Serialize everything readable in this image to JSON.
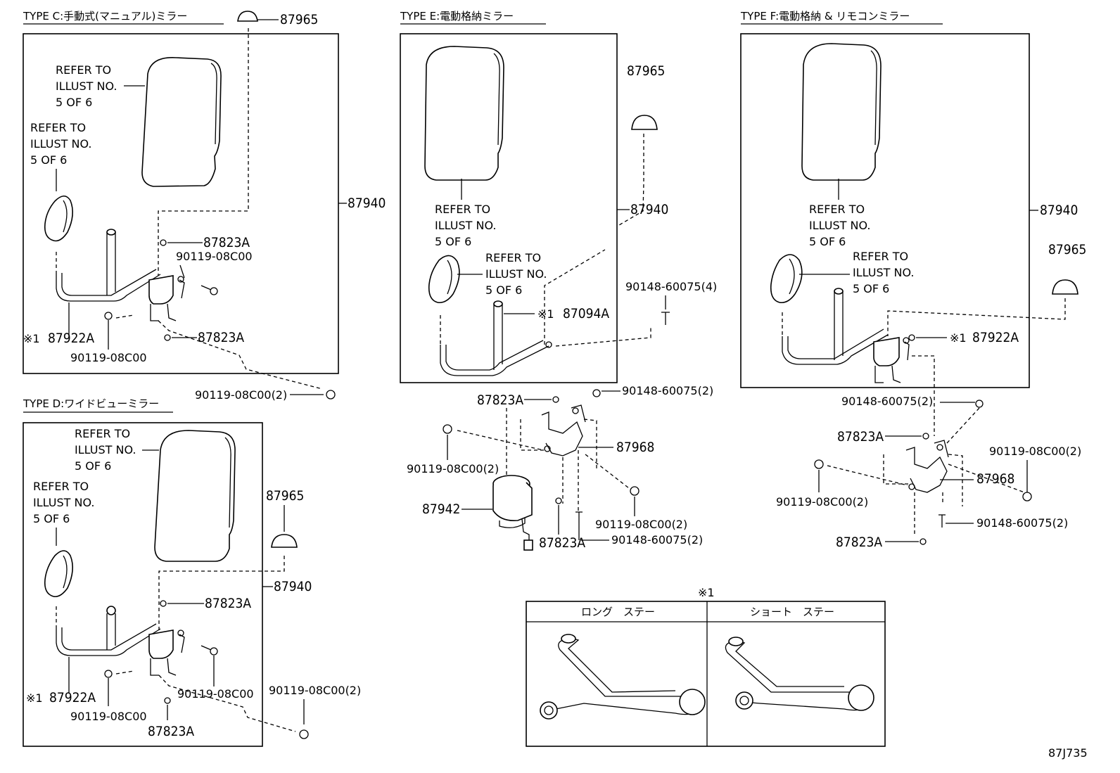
{
  "panels": {
    "type_c": {
      "title": "TYPE C:手動式(マニュアル)ミラー"
    },
    "type_d": {
      "title": "TYPE D:ワイドビューミラー"
    },
    "type_e": {
      "title": "TYPE E:電動格納ミラー"
    },
    "type_f": {
      "title": "TYPE F:電動格納 & リモコンミラー"
    }
  },
  "refer": {
    "l1": "REFER TO",
    "l2": "ILLUST NO.",
    "l3": "5 OF 6"
  },
  "parts": {
    "p87965": "87965",
    "p87940": "87940",
    "p87823A": "87823A",
    "p90119": "90119-08C00",
    "p90119x2": "90119-08C00(2)",
    "p87922A": "87922A",
    "p87094A": "87094A",
    "p90148x4": "90148-60075(4)",
    "p90148x2": "90148-60075(2)",
    "p87968": "87968",
    "p87942": "87942"
  },
  "note_mark": "※1",
  "stay_table": {
    "mark": "※1",
    "long_label": "ロング　ステー",
    "short_label": "ショート　ステー"
  },
  "figure_code": "87J735"
}
